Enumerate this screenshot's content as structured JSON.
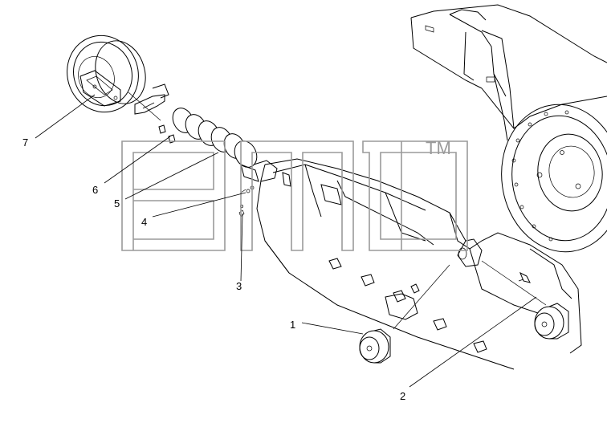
{
  "watermark": {
    "tm": "TM"
  },
  "callouts": {
    "c1": "1",
    "c2": "2",
    "c3": "3",
    "c4": "4",
    "c5": "5",
    "c6": "6",
    "c7": "7"
  }
}
